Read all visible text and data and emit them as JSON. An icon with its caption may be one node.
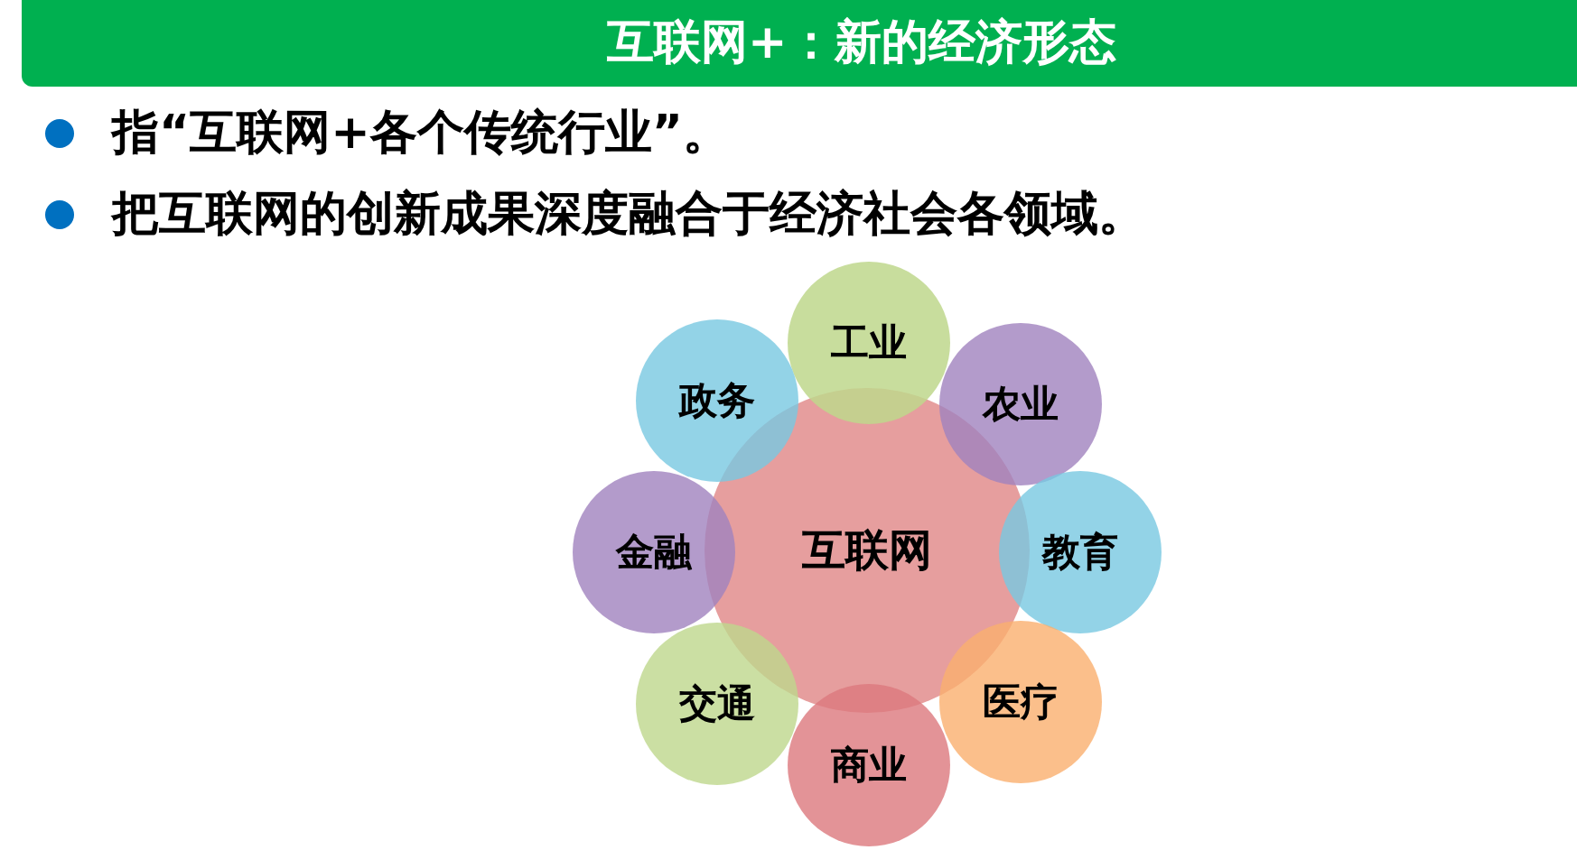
{
  "diagram": {
    "title": "互联网+：新的经济形态",
    "nodes": [
      {
        "text": [
          "互联网"
        ]
      },
      {
        "text": [
          "工业"
        ]
      },
      {
        "text": [
          "农业"
        ]
      },
      {
        "text": [
          "教育"
        ]
      },
      {
        "text": [
          "医疗"
        ]
      },
      {
        "text": [
          "商业"
        ]
      },
      {
        "text": [
          "交通"
        ]
      },
      {
        "text": [
          "金融"
        ]
      },
      {
        "text": [
          "政务"
        ]
      }
    ],
    "labels": [
      "指“互联网+各个传统行业”。",
      "把互联网的创新成果深度融合于经济社会各领域。"
    ]
  }
}
